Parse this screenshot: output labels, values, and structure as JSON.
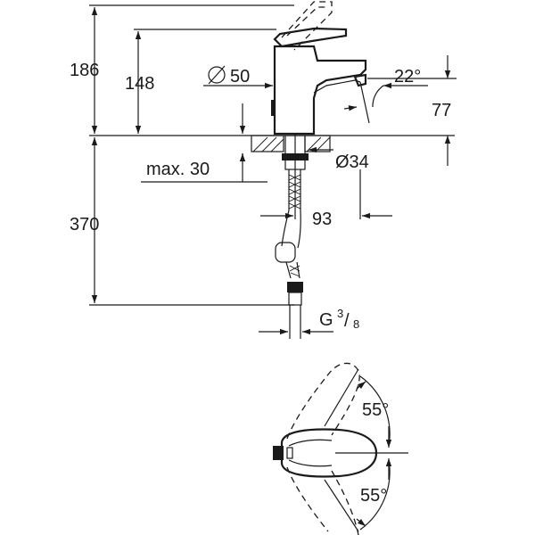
{
  "dimensions": {
    "overall_height": "186",
    "spout_top_height": "148",
    "body_diameter": "50",
    "diameter_symbol": "Ø",
    "spout_angle": "22°",
    "outlet_height": "77",
    "max_deck_thickness": "max. 30",
    "hole_diameter": "Ø34",
    "spout_reach": "93",
    "hose_length": "370",
    "thread_prefix": "G",
    "thread_numerator": "3",
    "thread_denominator": "8",
    "lever_angle_top": "55°",
    "lever_angle_bottom": "55°"
  },
  "colors": {
    "ink": "#1a1a1a",
    "background": "#ffffff"
  }
}
